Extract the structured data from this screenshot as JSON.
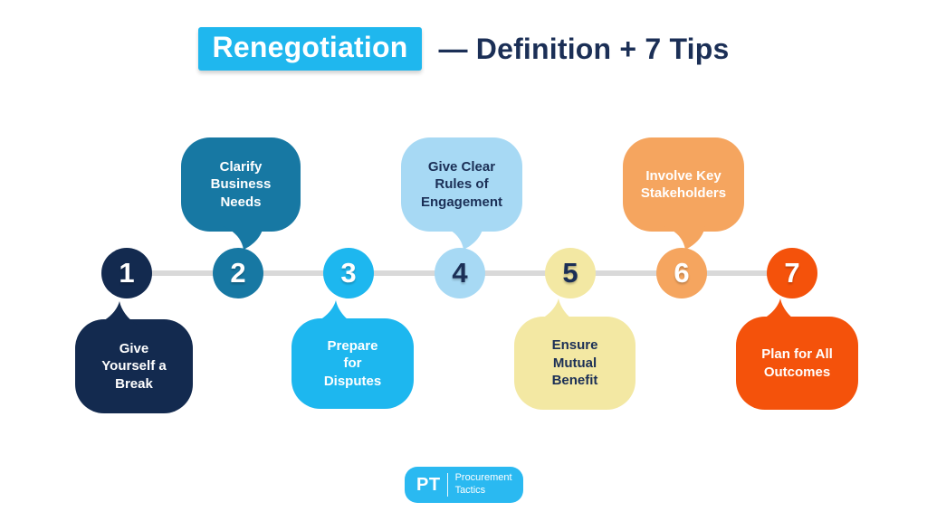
{
  "title": {
    "highlight": "Renegotiation",
    "rest": "— Definition + 7 Tips"
  },
  "steps": [
    {
      "number": "1",
      "label": "Give\nYourself a\nBreak",
      "bubble_color": "#132a4f",
      "text_color": "#ffffff",
      "number_color": "#ffffff",
      "bubble_position": "below"
    },
    {
      "number": "2",
      "label": "Clarify\nBusiness\nNeeds",
      "bubble_color": "#1778a3",
      "text_color": "#ffffff",
      "number_color": "#ffffff",
      "bubble_position": "above"
    },
    {
      "number": "3",
      "label": "Prepare\nfor\nDisputes",
      "bubble_color": "#1db7ef",
      "text_color": "#ffffff",
      "number_color": "#ffffff",
      "bubble_position": "below"
    },
    {
      "number": "4",
      "label": "Give Clear\nRules of\nEngagement",
      "bubble_color": "#a7d9f4",
      "text_color": "#1b2f56",
      "number_color": "#1b2f56",
      "bubble_position": "above"
    },
    {
      "number": "5",
      "label": "Ensure\nMutual\nBenefit",
      "bubble_color": "#f3e8a3",
      "text_color": "#1b2f56",
      "number_color": "#1b2f56",
      "bubble_position": "below"
    },
    {
      "number": "6",
      "label": "Involve Key\nStakeholders",
      "bubble_color": "#f5a55f",
      "text_color": "#ffffff",
      "number_color": "#ffffff",
      "bubble_position": "above"
    },
    {
      "number": "7",
      "label": "Plan for All\nOutcomes",
      "bubble_color": "#f4520b",
      "text_color": "#ffffff",
      "number_color": "#ffffff",
      "bubble_position": "below"
    }
  ],
  "footer": {
    "logo_initials": "PT",
    "logo_name": "Procurement\nTactics",
    "logo_color": "#2ab9f1"
  },
  "colors": {
    "highlight_bg": "#1fb7ee",
    "title_text": "#1b2f56",
    "timeline": "#d9d9d9",
    "background": "#ffffff"
  }
}
